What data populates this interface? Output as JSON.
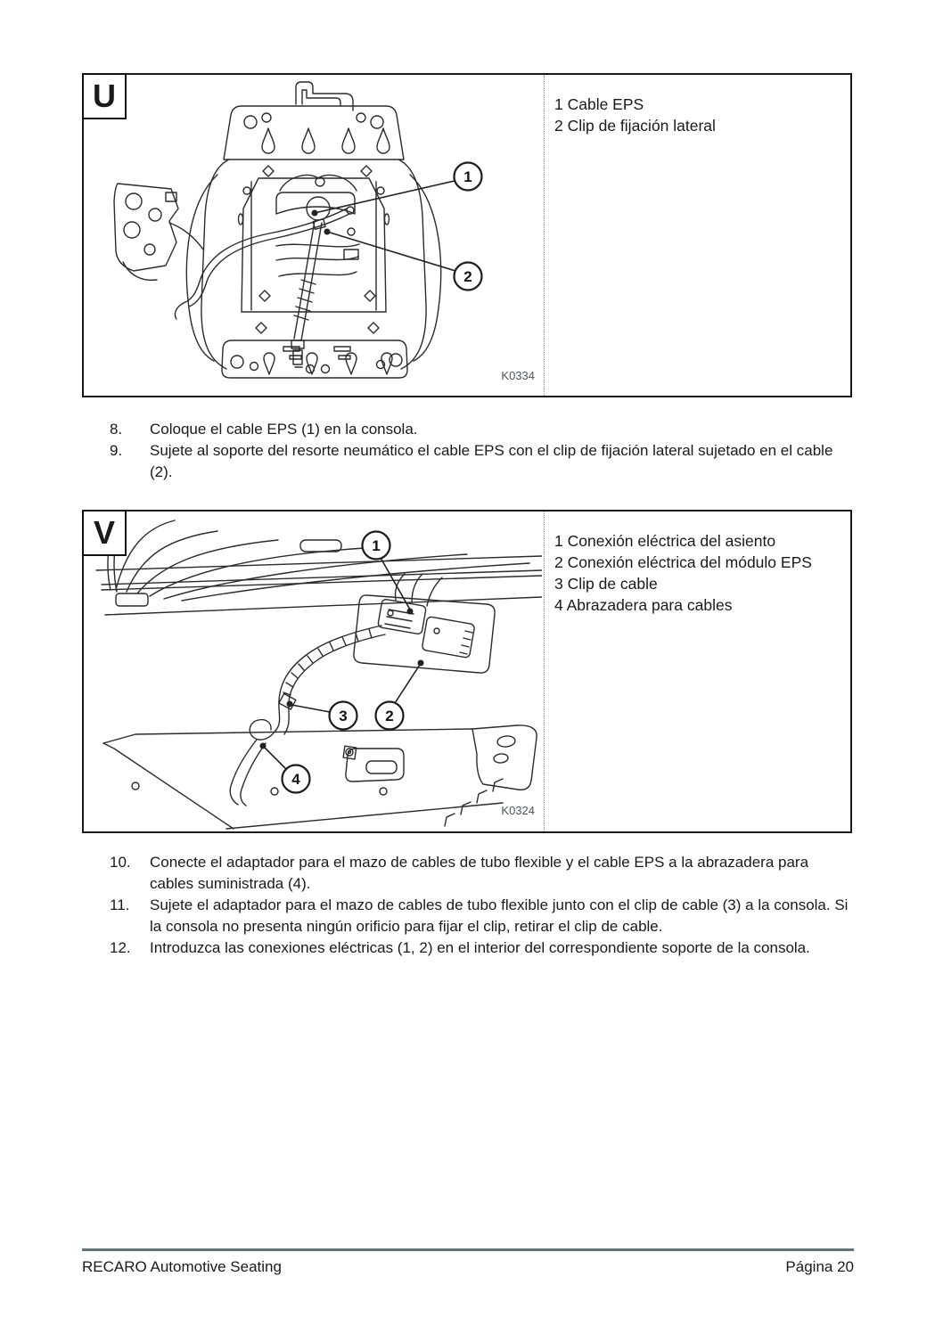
{
  "figures": [
    {
      "label": "U",
      "code": "K0334",
      "legend": [
        "1 Cable EPS",
        "2 Clip de fijación lateral"
      ],
      "callouts": [
        "1",
        "2"
      ]
    },
    {
      "label": "V",
      "code": "K0324",
      "legend": [
        "1 Conexión eléctrica del asiento",
        "2 Conexión eléctrica del módulo EPS",
        "3 Clip de cable",
        "4 Abrazadera para cables"
      ],
      "callouts": [
        "1",
        "2",
        "3",
        "4"
      ]
    }
  ],
  "steps_1": [
    {
      "num": "8.",
      "text": "Coloque el cable EPS (1) en la consola."
    },
    {
      "num": "9.",
      "text": "Sujete al soporte del resorte neumático el cable EPS con el clip de fijación lateral sujetado en el cable (2)."
    }
  ],
  "steps_2": [
    {
      "num": "10.",
      "text": "Conecte el adaptador para el mazo de cables de tubo flexible y el cable EPS a la abrazadera para cables suministrada (4)."
    },
    {
      "num": "11.",
      "text": "Sujete el adaptador para el mazo de cables de tubo flexible junto con el clip de cable (3) a la consola. Si la consola no presenta ningún orificio para fijar el clip, retirar el clip de cable."
    },
    {
      "num": "12.",
      "text": "Introduzca las conexiones eléctricas (1, 2) en el interior del correspondiente soporte de la consola."
    }
  ],
  "footer": {
    "left": "RECARO Automotive Seating",
    "right": "Página 20"
  },
  "colors": {
    "footer_rule": "#5d7382",
    "text": "#1a1a1a",
    "figure_code": "#4d5358"
  }
}
